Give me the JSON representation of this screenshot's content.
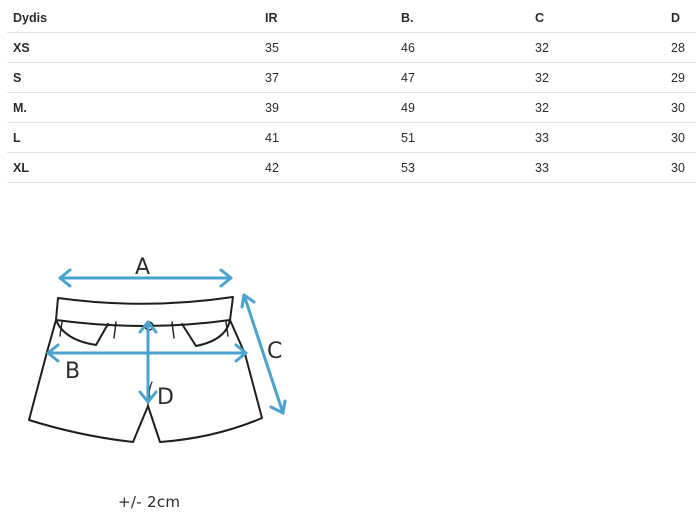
{
  "table": {
    "header": [
      "Dydis",
      "IR",
      "B.",
      "C",
      "D"
    ],
    "rows": [
      [
        "XS",
        "35",
        "46",
        "32",
        "28"
      ],
      [
        "S",
        "37",
        "47",
        "32",
        "29"
      ],
      [
        "M.",
        "39",
        "49",
        "32",
        "30"
      ],
      [
        "L",
        "41",
        "51",
        "33",
        "30"
      ],
      [
        "XL",
        "42",
        "53",
        "33",
        "30"
      ]
    ]
  },
  "diagram": {
    "labels": {
      "a": "A",
      "b": "B",
      "c": "C",
      "d": "D"
    },
    "colors": {
      "measure_arrow": "#4aa3cf",
      "outline": "#1e1e1e"
    }
  },
  "tolerance": "+/- 2cm"
}
